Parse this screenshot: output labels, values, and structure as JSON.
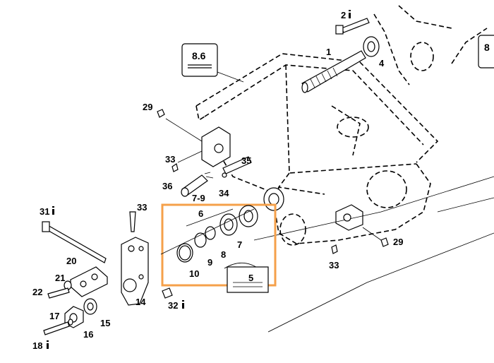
{
  "callouts": {
    "c1": "1",
    "c2": "2",
    "c4": "4",
    "c5": "5",
    "c6": "6",
    "c7": "7",
    "c79": "7-9",
    "c8": "8",
    "c9": "9",
    "c10": "10",
    "c14": "14",
    "c15": "15",
    "c16": "16",
    "c17": "17",
    "c18": "18",
    "c20": "20",
    "c21": "21",
    "c22": "22",
    "c29a": "29",
    "c29b": "29",
    "c31": "31",
    "c32": "32",
    "c33a": "33",
    "c33b": "33",
    "c33c": "33",
    "c34": "34",
    "c35": "35",
    "c36": "36"
  },
  "refs": {
    "ref86": "8.6",
    "ref8": "8"
  },
  "highlight_color": "#f5a04a"
}
